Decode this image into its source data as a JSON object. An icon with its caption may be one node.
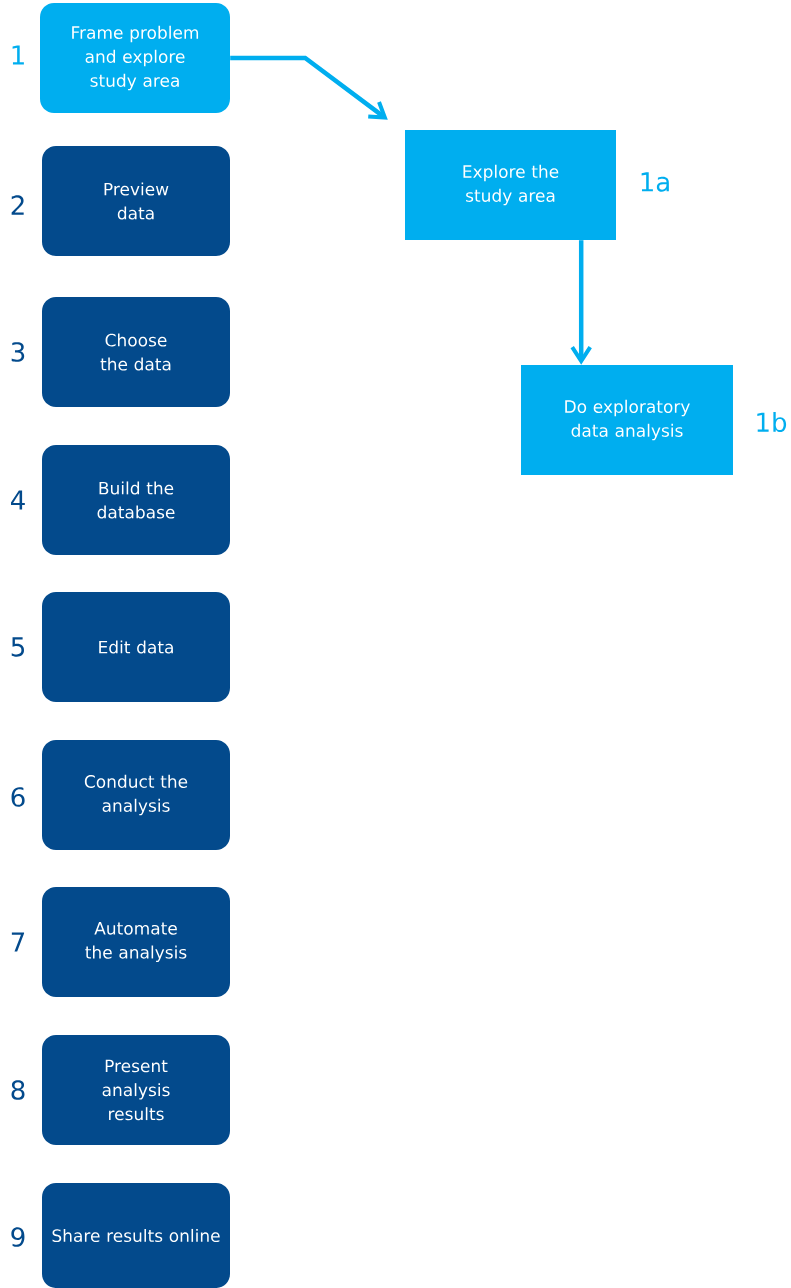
{
  "diagram": {
    "nodes": [
      {
        "text": [
          "Frame problem and explore study area"
        ],
        "beside": [
          "1"
        ]
      },
      {
        "text": [
          "Preview data"
        ],
        "beside": [
          "2"
        ]
      },
      {
        "text": [
          "Choose the data"
        ],
        "beside": [
          "3"
        ]
      },
      {
        "text": [
          "Build the database"
        ],
        "beside": [
          "4"
        ]
      },
      {
        "text": [
          "Edit data"
        ],
        "beside": [
          "5"
        ]
      },
      {
        "text": [
          "Conduct the analysis"
        ],
        "beside": [
          "6"
        ]
      },
      {
        "text": [
          "Automate the analysis"
        ],
        "beside": [
          "7"
        ]
      },
      {
        "text": [
          "Present analysis results"
        ],
        "beside": [
          "8"
        ]
      },
      {
        "text": [
          "Share results online"
        ],
        "beside": [
          "9"
        ]
      },
      {
        "text": [
          "Explore the study area"
        ],
        "beside": [
          "1a"
        ]
      },
      {
        "text": [
          "Do exploratory data analysis"
        ],
        "beside": [
          "1b"
        ]
      }
    ],
    "edges": [
      {
        "from": 0,
        "to": 9,
        "arrow": "to"
      },
      {
        "from": 9,
        "to": 10,
        "arrow": "to"
      }
    ]
  }
}
